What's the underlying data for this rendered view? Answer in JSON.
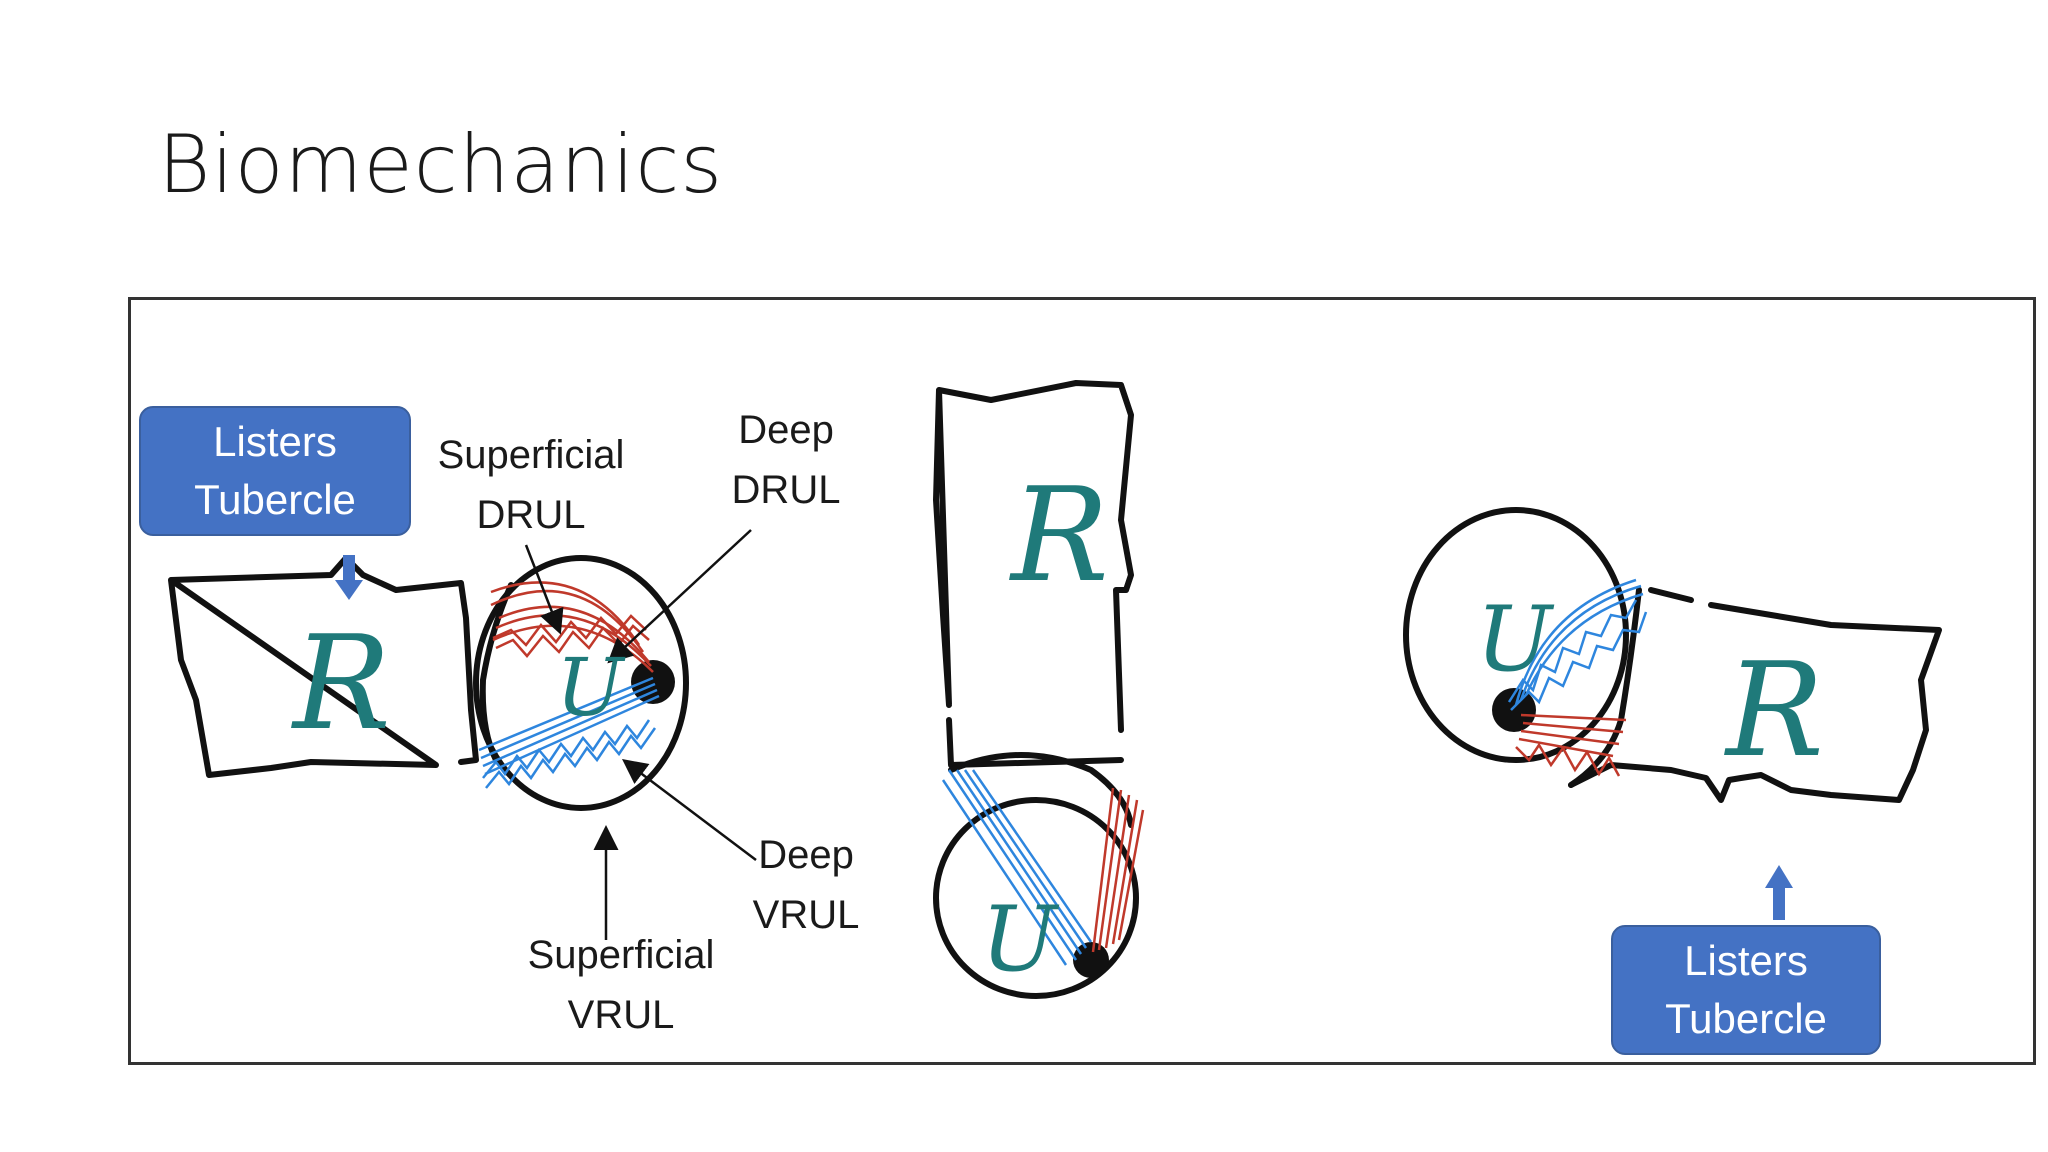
{
  "slide": {
    "title": "Biomechanics"
  },
  "figure": {
    "callouts": {
      "left": [
        "Listers",
        "Tubercle"
      ],
      "right": [
        "Listers",
        "Tubercle"
      ]
    },
    "labels": {
      "superficial_drul": [
        "Superficial",
        "DRUL"
      ],
      "deep_drul": [
        "Deep",
        "DRUL"
      ],
      "deep_vrul": [
        "Deep",
        "VRUL"
      ],
      "superficial_vrul": [
        "Superficial",
        "VRUL"
      ]
    },
    "bones": {
      "radius": "R",
      "ulna": "U"
    },
    "colors": {
      "dorsal_ligament": "#c0392b",
      "volar_ligament": "#2e86de",
      "callout_fill": "#4472c4",
      "bone_letter": "#1f7a7a"
    }
  }
}
